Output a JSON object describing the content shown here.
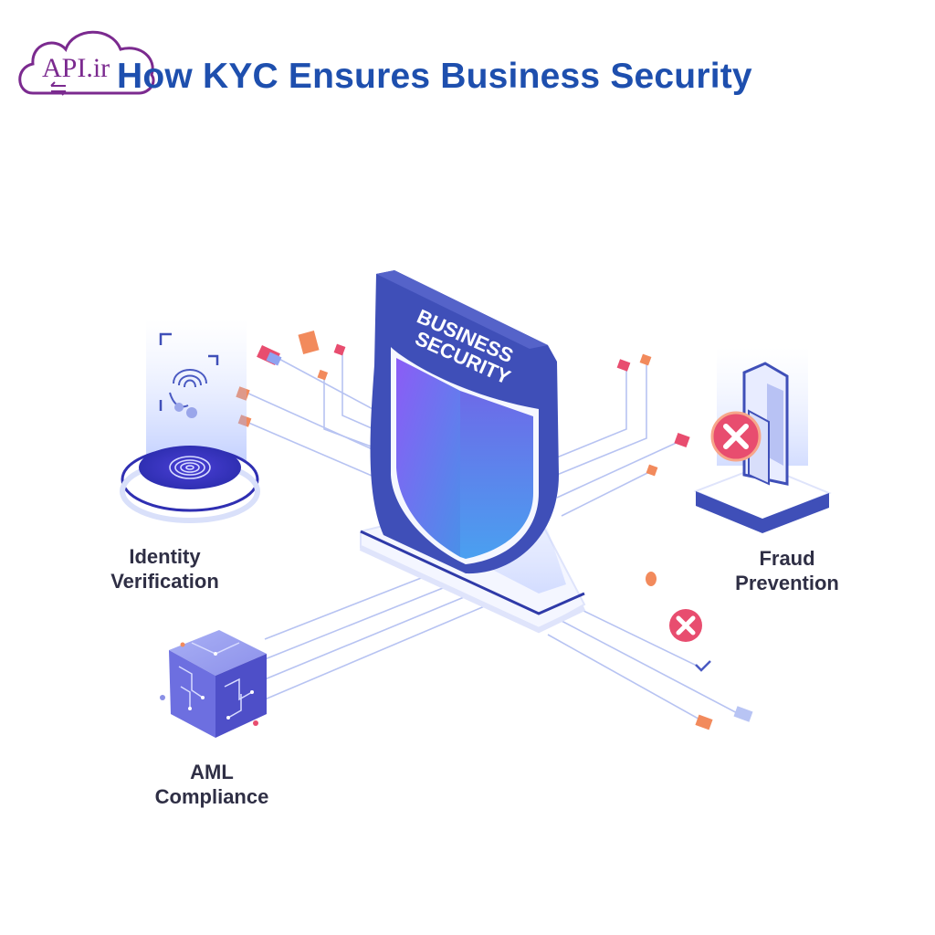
{
  "logo": {
    "text": "API.ir"
  },
  "title": "How KYC Ensures Business Security",
  "shield": {
    "line1": "BUSINESS",
    "line2": "SECURITY"
  },
  "nodes": {
    "identity": {
      "line1": "Identity",
      "line2": "Verification"
    },
    "fraud": {
      "line1": "Fraud",
      "line2": "Prevention"
    },
    "aml": {
      "line1": "AML",
      "line2": "Compliance"
    }
  },
  "colors": {
    "title": "#1e4fae",
    "shield_blue": "#3f4fb8",
    "gradient_purple": "#8b5cf6",
    "gradient_blue": "#4a90e8",
    "accent_orange": "#f28a5c",
    "accent_pink": "#e84d6f",
    "logo_purple": "#7b2a8f"
  }
}
